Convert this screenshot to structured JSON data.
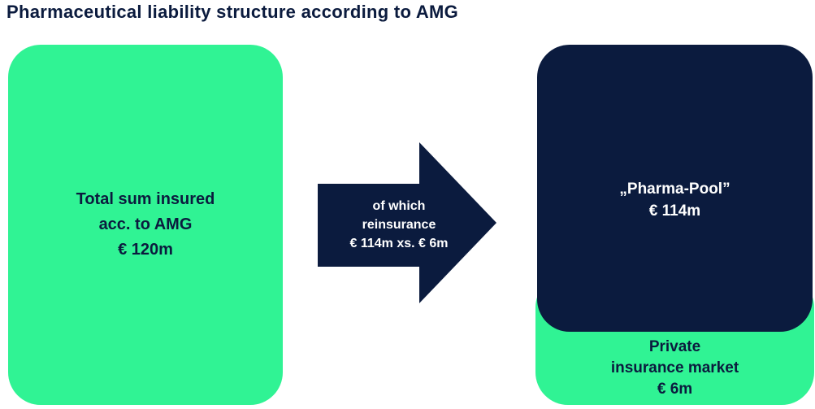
{
  "title": "Pharmaceutical liability structure according to AMG",
  "colors": {
    "navy": "#0B1B3E",
    "green": "#30F394",
    "text_on_navy": "#FFFFFF",
    "text_on_green": "#0B1B3E",
    "background": "#FFFFFF"
  },
  "total_sum_box": {
    "lines": [
      "Total sum insured",
      "acc. to AMG",
      "€ 120m"
    ]
  },
  "reinsurance_arrow": {
    "lines": [
      "of which",
      "reinsurance",
      "€ 114m xs. € 6m"
    ]
  },
  "pharma_pool_box": {
    "lines": [
      "„Pharma-Pool”",
      "€ 114m"
    ]
  },
  "private_market_box": {
    "lines": [
      "Private",
      "insurance market",
      "€ 6m"
    ]
  }
}
